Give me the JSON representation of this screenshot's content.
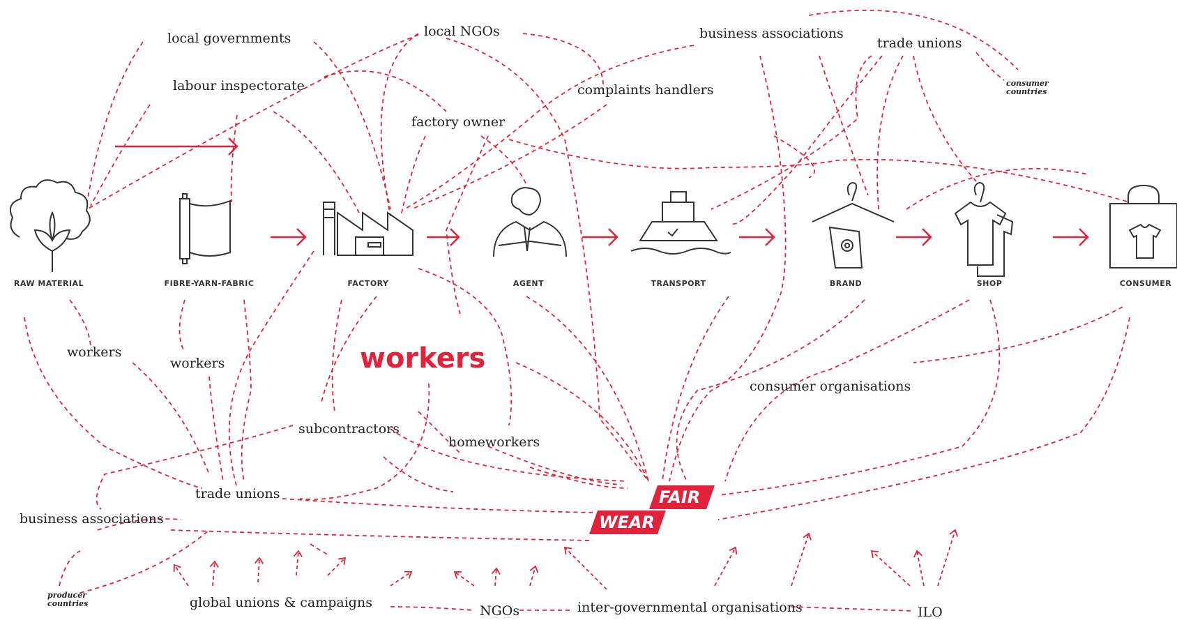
{
  "stages": [
    {
      "key": "raw",
      "label": "RAW MATERIAL"
    },
    {
      "key": "fibre",
      "label": "FIBRE-YARN-FABRIC"
    },
    {
      "key": "factory",
      "label": "FACTORY"
    },
    {
      "key": "agent",
      "label": "AGENT"
    },
    {
      "key": "transport",
      "label": "TRANSPORT"
    },
    {
      "key": "brand",
      "label": "BRAND"
    },
    {
      "key": "shop",
      "label": "SHOP"
    },
    {
      "key": "consumer",
      "label": "CONSUMER"
    }
  ],
  "labels": {
    "local_governments": "local governments",
    "local_ngos": "local NGOs",
    "business_associations_top": "business associations",
    "trade_unions_top": "trade unions",
    "consumer_countries": "consumer countries",
    "labour_inspectorate": "labour inspectorate",
    "complaints_handlers": "complaints handlers",
    "factory_owner": "factory owner",
    "workers_1": "workers",
    "workers_2": "workers",
    "workers_main": "workers",
    "consumer_organisations": "consumer organisations",
    "subcontractors": "subcontractors",
    "homeworkers": "homeworkers",
    "trade_unions_bottom": "trade unions",
    "business_associations_bottom": "business associations",
    "producer_countries": "producer countries",
    "global_unions": "global unions & campaigns",
    "ngos": "NGOs",
    "intergov": "inter-governmental organisations",
    "ilo": "ILO"
  },
  "logo": {
    "line1": "FAIR",
    "line2": "WEAR"
  },
  "colors": {
    "accent": "#e2223b",
    "ink": "#333333"
  }
}
